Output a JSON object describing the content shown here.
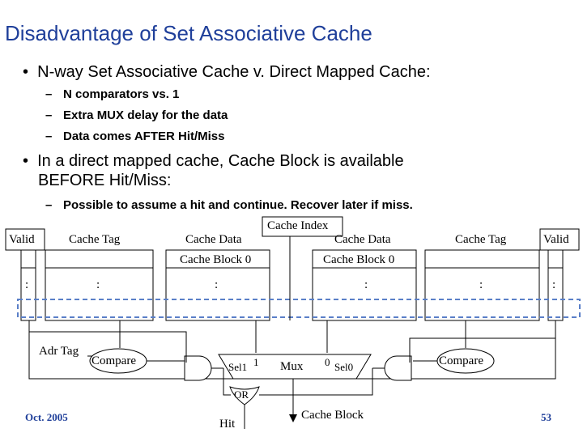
{
  "title": "Disadvantage of Set Associative Cache",
  "bullets": {
    "b1": "N-way Set Associative Cache v. Direct Mapped Cache:",
    "b1_subs": [
      "N comparators vs. 1",
      "Extra MUX delay for the data",
      "Data comes AFTER Hit/Miss"
    ],
    "b2_line1": "In a direct mapped cache, Cache Block is available",
    "b2_line2": "BEFORE Hit/Miss:",
    "b2_sub": "Possible to assume a hit and continue.  Recover later if miss."
  },
  "diagram": {
    "cache_index": "Cache Index",
    "valid_left": "Valid",
    "cache_tag_left": "Cache Tag",
    "cache_data_left": "Cache Data",
    "cache_data_right": "Cache Data",
    "cache_tag_right": "Cache Tag",
    "valid_right": "Valid",
    "cache_block_left": "Cache Block 0",
    "cache_block_right": "Cache Block 0",
    "ellipsis": ":",
    "adr_tag": "Adr Tag",
    "compare_left": "Compare",
    "compare_right": "Compare",
    "sel1": "Sel1",
    "sel1_value": "1",
    "mux": "Mux",
    "sel0_value": "0",
    "sel0": "Sel0",
    "or": "OR",
    "hit": "Hit",
    "cache_block_out": "Cache Block"
  },
  "footer": {
    "date": "Oct. 2005",
    "page": "53"
  },
  "colors": {
    "title": "#1f3f9a",
    "highlight_border": "#5a7fc8"
  }
}
